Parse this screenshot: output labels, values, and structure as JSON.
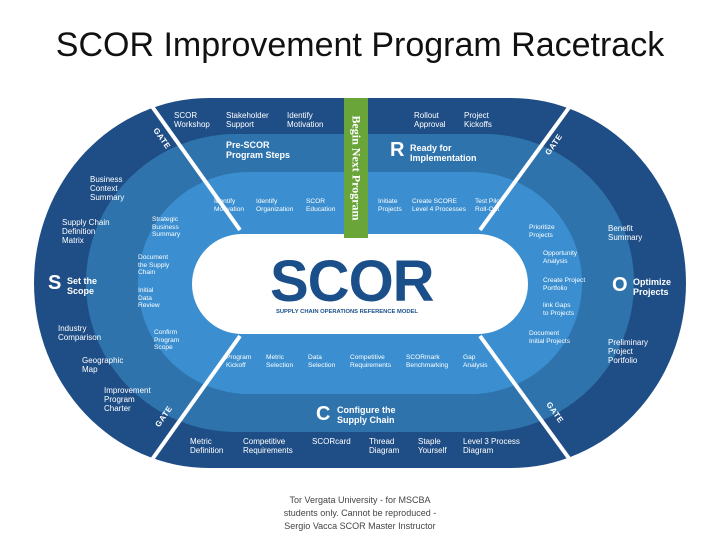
{
  "title": "SCOR Improvement Program Racetrack",
  "footer": "Tor Vergata University - for MSCBA\nstudents only. Cannot be reproduced -\nSergio Vacca SCOR Master Instructor",
  "colors": {
    "outer": "#1f4e86",
    "middle": "#2f73ad",
    "inner": "#3b8fd0",
    "begin_bar": "#6aa53a",
    "logo": "#1a4f8a"
  },
  "center": {
    "logo": "SCOR",
    "subtitle": "SUPPLY CHAIN OPERATIONS REFERENCE MODEL"
  },
  "begin_next": "Begin Next Program",
  "gate": "GATE",
  "phases": {
    "pre": {
      "title": "Pre-SCOR\nProgram Steps"
    },
    "r": {
      "letter": "R",
      "title": "Ready for\nImplementation"
    },
    "s": {
      "letter": "S",
      "title": "Set the\nScope"
    },
    "o": {
      "letter": "O",
      "title": "Optimize\nProjects"
    },
    "c": {
      "letter": "C",
      "title": "Configure the\nSupply Chain"
    }
  },
  "outer": {
    "scor_workshop": "SCOR\nWorkshop",
    "stakeholder_support": "Stakeholder\nSupport",
    "identify_motivation": "Identify\nMotivation",
    "rollout_approval": "Rollout\nApproval",
    "project_kickoffs": "Project\nKickoffs",
    "business_context": "Business\nContext\nSummary",
    "sc_definition": "Supply Chain\nDefinition\nMatrix",
    "industry_comparison": "Industry\nComparison",
    "geographic_map": "Geographic\nMap",
    "improvement_charter": "Improvement\nProgram\nCharter",
    "benefit_summary": "Benefit\nSummary",
    "preliminary_portfolio": "Preliminary\nProject\nPortfolio",
    "metric_definition": "Metric\nDefinition",
    "competitive_requirements": "Competitive\nRequirements",
    "scorcard": "SCORcard",
    "thread_diagram": "Thread\nDiagram",
    "staple_yourself": "Staple\nYourself",
    "level3_diagram": "Level 3 Process\nDiagram"
  },
  "inner": {
    "identify_motivation": "Identify\nMotivation",
    "identify_organization": "Identify\nOrganization",
    "scor_education": "SCOR\nEducation",
    "initiate_projects": "Initiate\nProjects",
    "create_level4": "Create SCORE\nLevel 4 Processes",
    "test_pilot": "Test Pilot\nRoll-Out",
    "strategic_business": "Strategic\nBusiness\nSummary",
    "document_sc_chain": "Document\nthe Supply\nChain",
    "initial_data_review": "Initial\nData\nReview",
    "confirm_scope": "Confirm\nProgram\nScope",
    "prioritize_projects": "Prioritize\nProjects",
    "opportunity_analysis": "Opportunity\nAnalysis",
    "create_portfolio": "Create Project\nPortfolio",
    "link_gaps": "link Gaps\nto Projects",
    "document_initial": "Document\nInitial Projects",
    "program_kickoff": "Program\nKickoff",
    "metric_selection": "Metric\nSelection",
    "data_selection": "Data\nSelection",
    "competitive_req": "Competitive\nRequirements",
    "scormark": "SCORmark\nBenchmarking",
    "gap_analysis": "Gap\nAnalysis"
  }
}
